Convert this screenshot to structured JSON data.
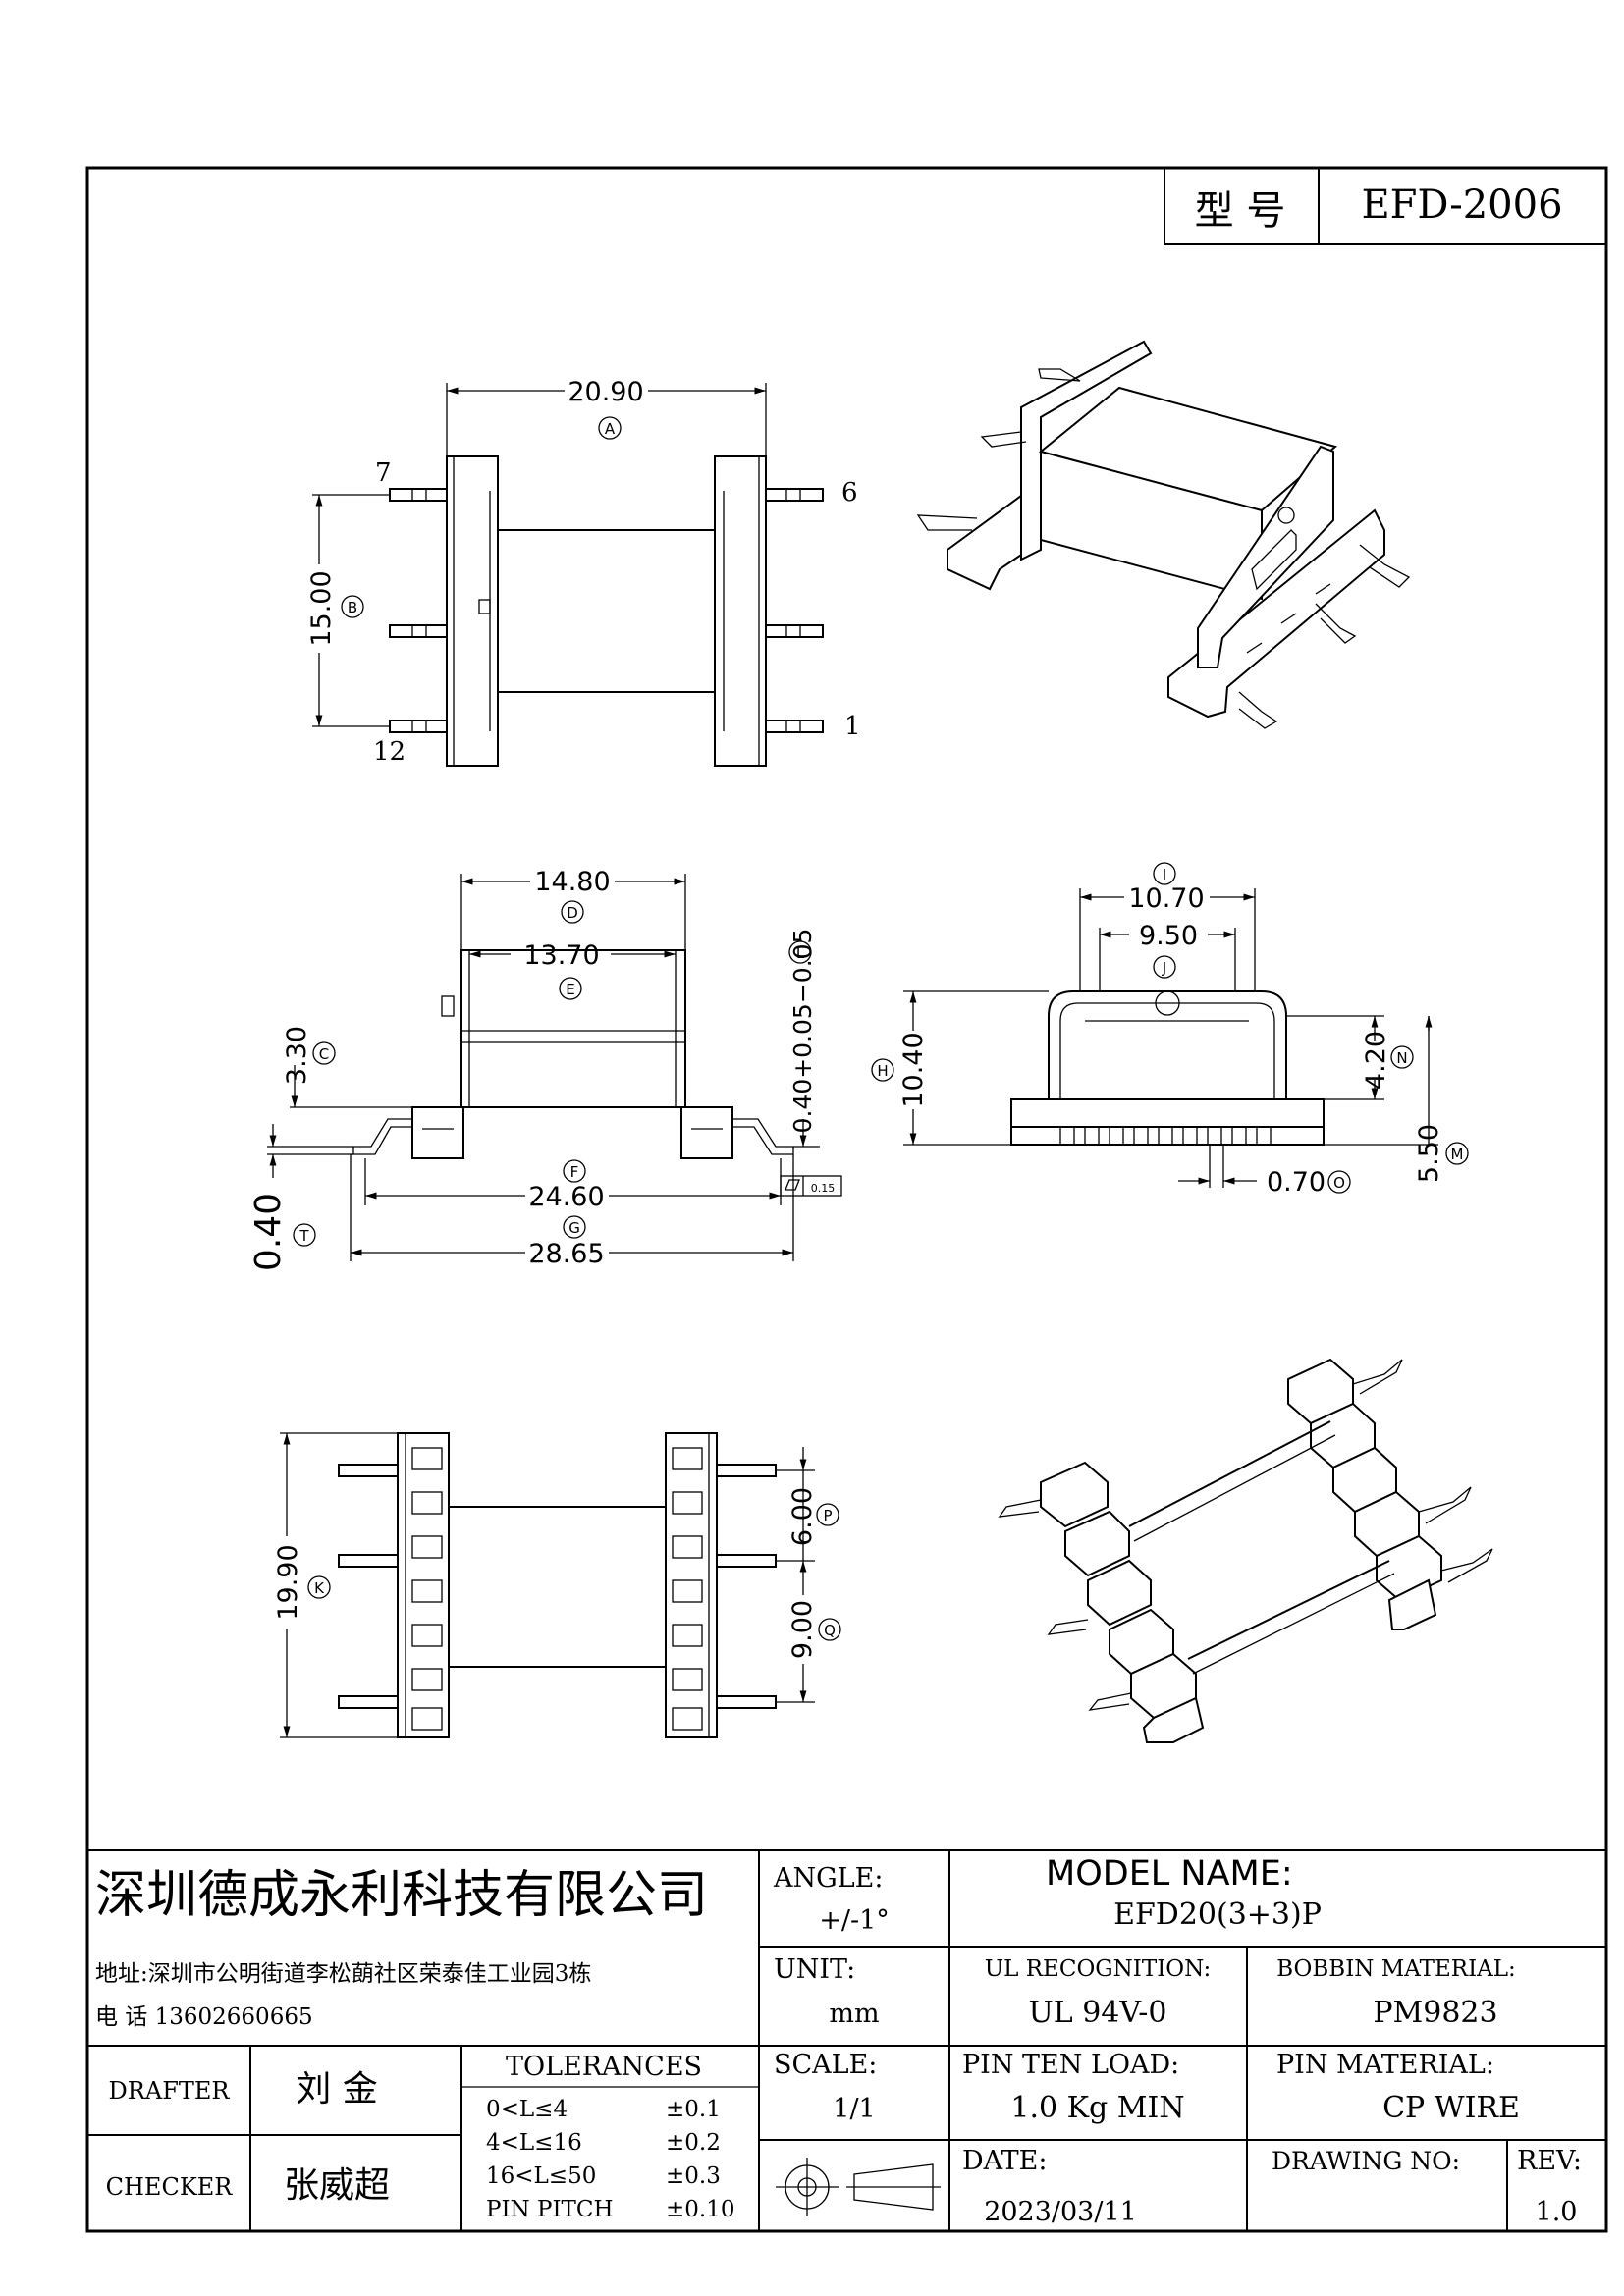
{
  "title_box": {
    "label": "型 号",
    "value": "EFD-2006"
  },
  "views": {
    "top": {
      "dim_a": "20.90",
      "tag_a": "A",
      "dim_b": "15.00",
      "tag_b": "B",
      "pin_7": "7",
      "pin_6": "6",
      "pin_12": "12",
      "pin_1": "1"
    },
    "front": {
      "dim_d": "14.80",
      "tag_d": "D",
      "dim_e": "13.70",
      "tag_e": "E",
      "dim_c": "3.30",
      "tag_c": "C",
      "dim_l": "0.40+0.05−0.05",
      "tag_l": "L",
      "tag_f": "F",
      "dim_f": "24.60",
      "tag_g": "G",
      "dim_g": "28.65",
      "dim_t": "0.40",
      "tag_t": "T",
      "flatness": "0.15"
    },
    "side": {
      "tag_i": "I",
      "dim_i": "10.70",
      "dim_j": "9.50",
      "tag_j": "J",
      "dim_h": "10.40",
      "tag_h": "H",
      "dim_n": "4.20",
      "tag_n": "N",
      "dim_m": "5.50",
      "tag_m": "M",
      "dim_o": "0.70",
      "tag_o": "O"
    },
    "bottom": {
      "dim_k": "19.90",
      "tag_k": "K",
      "dim_p": "6.00",
      "tag_p": "P",
      "dim_q": "9.00",
      "tag_q": "Q"
    }
  },
  "title_block": {
    "company": "深圳德成永利科技有限公司",
    "address": "地址:深圳市公明街道李松蓢社区荣泰佳工业园3栋",
    "phone": "电 话  13602660665",
    "drafter_label": "DRAFTER",
    "drafter": "刘  金",
    "checker_label": "CHECKER",
    "checker": "张威超",
    "tolerances_title": "TOLERANCES",
    "tolerances": [
      {
        "range": "0<L≤4",
        "tol": "±0.1"
      },
      {
        "range": "4<L≤16",
        "tol": "±0.2"
      },
      {
        "range": "16<L≤50",
        "tol": "±0.3"
      },
      {
        "range": "PIN PITCH",
        "tol": "±0.10"
      }
    ],
    "angle_label": "ANGLE:",
    "angle_value": "+/-1°",
    "unit_label": "UNIT:",
    "unit_value": "mm",
    "scale_label": "SCALE:",
    "scale_value": "1/1",
    "model_label": "MODEL NAME:",
    "model_value": "EFD20(3+3)P",
    "ul_label": "UL RECOGNITION:",
    "ul_value": "UL 94V-0",
    "bobbin_label": "BOBBIN MATERIAL:",
    "bobbin_value": "PM9823",
    "pin_load_label": "PIN TEN LOAD:",
    "pin_load_value": "1.0 Kg MIN",
    "pin_material_label": "PIN MATERIAL:",
    "pin_material_value": "CP WIRE",
    "date_label": "DATE:",
    "date_value": "2023/03/11",
    "drawing_no_label": "DRAWING NO:",
    "rev_label": "REV:",
    "rev_value": "1.0"
  }
}
